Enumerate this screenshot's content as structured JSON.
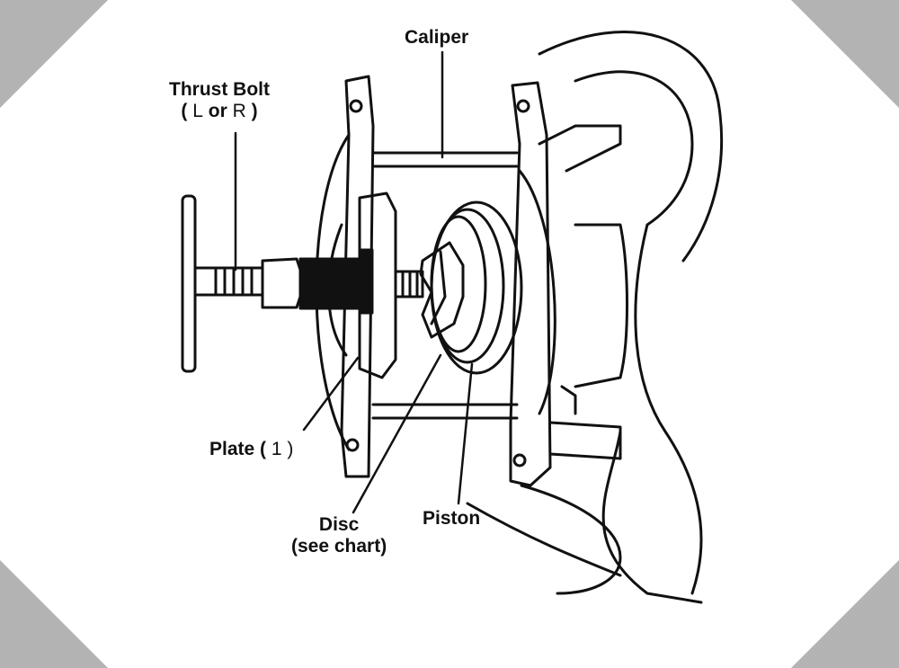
{
  "labels": {
    "caliper": "Caliper",
    "thrust_bolt": "Thrust Bolt",
    "thrust_bolt_variant_open": "( ",
    "thrust_bolt_variant_l": "L",
    "thrust_bolt_variant_or": " or ",
    "thrust_bolt_variant_r": "R",
    "thrust_bolt_variant_close": " )",
    "plate": "Plate ( ",
    "plate_number": "1",
    "plate_close": " )",
    "disc": "Disc",
    "disc_note": "(see chart)",
    "piston": "Piston"
  },
  "colors": {
    "ink": "#111111",
    "corner_shade": "#8a8a8a",
    "background": "#ffffff"
  }
}
